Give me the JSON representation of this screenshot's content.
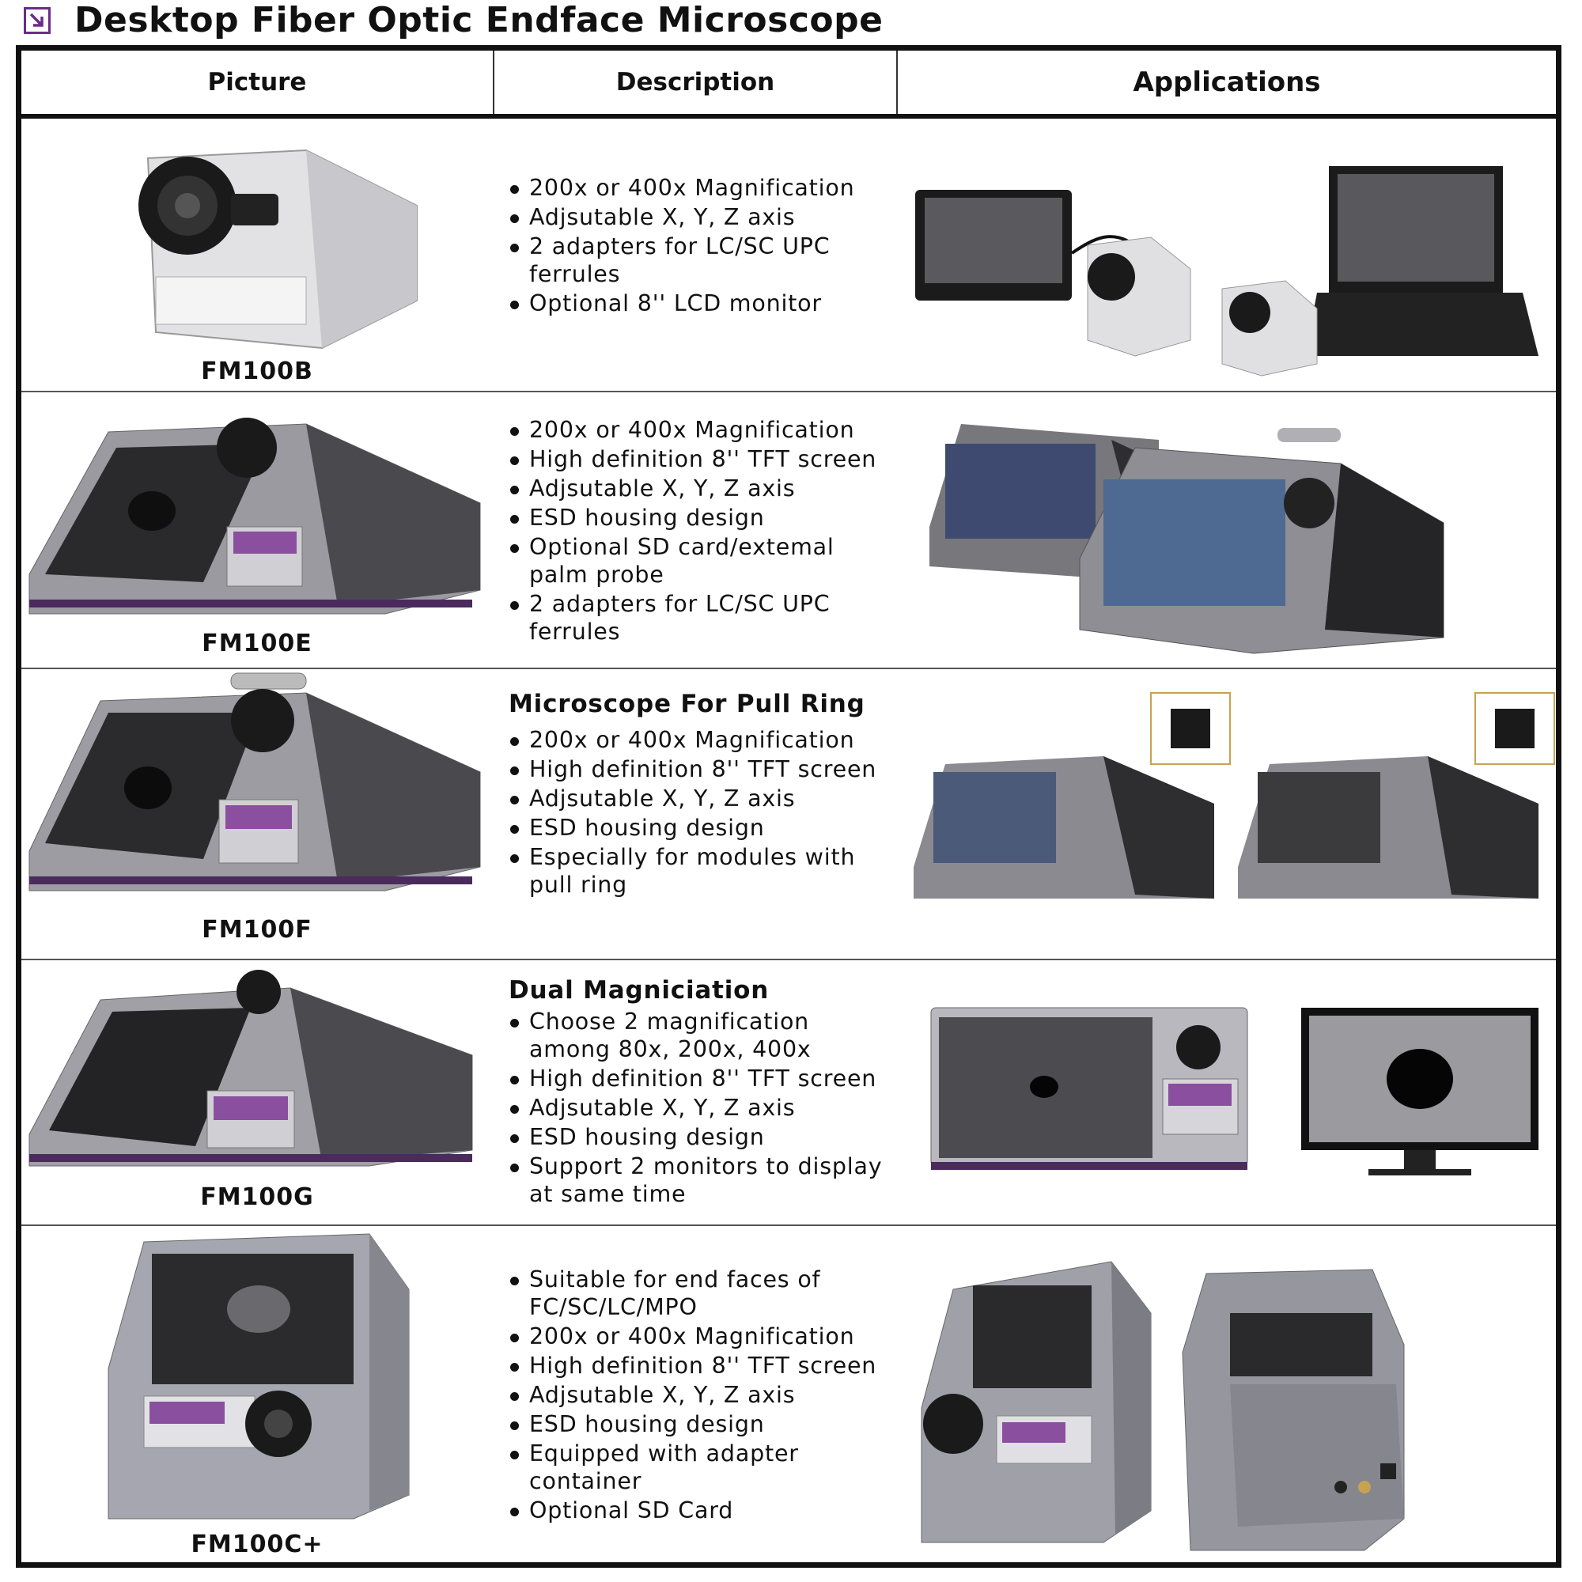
{
  "page": {
    "title": "Desktop Fiber Optic Endface Microscope",
    "title_icon": "arrow-down-right-icon",
    "accent": "#6a2c8a"
  },
  "table": {
    "headers": [
      "Picture",
      "Description",
      "Applications"
    ],
    "rows": [
      {
        "model": "FM100B",
        "heading": "",
        "bullets": [
          "200x or 400x Magnification",
          "Adjsutable X, Y, Z axis",
          "2 adapters for LC/SC UPC ferrules",
          "Optional 8'' LCD monitor"
        ]
      },
      {
        "model": "FM100E",
        "heading": "",
        "bullets": [
          "200x or 400x Magnification",
          "High definition 8'' TFT screen",
          "Adjsutable X, Y, Z axis",
          "ESD housing design",
          "Optional SD card/extemal palm probe",
          "2 adapters for LC/SC UPC ferrules"
        ]
      },
      {
        "model": "FM100F",
        "heading": "Microscope For Pull Ring",
        "bullets": [
          "200x or 400x Magnification",
          "High definition 8'' TFT screen",
          "Adjsutable X, Y, Z axis",
          "ESD housing design",
          "Especially for modules with pull ring"
        ]
      },
      {
        "model": "FM100G",
        "heading": "Dual Magniciation",
        "bullets": [
          "Choose 2 magnification among 80x, 200x, 400x",
          "High definition 8'' TFT screen",
          "Adjsutable X, Y, Z axis",
          "ESD housing design",
          "Support 2 monitors to display at same time"
        ]
      },
      {
        "model": "FM100C+",
        "heading": "",
        "bullets": [
          "Suitable for end faces of FC/SC/LC/MPO",
          "200x or 400x Magnification",
          "High definition 8'' TFT screen",
          "Adjsutable X, Y, Z axis",
          "ESD housing design",
          "Equipped with adapter container",
          "Optional SD Card"
        ]
      }
    ]
  }
}
